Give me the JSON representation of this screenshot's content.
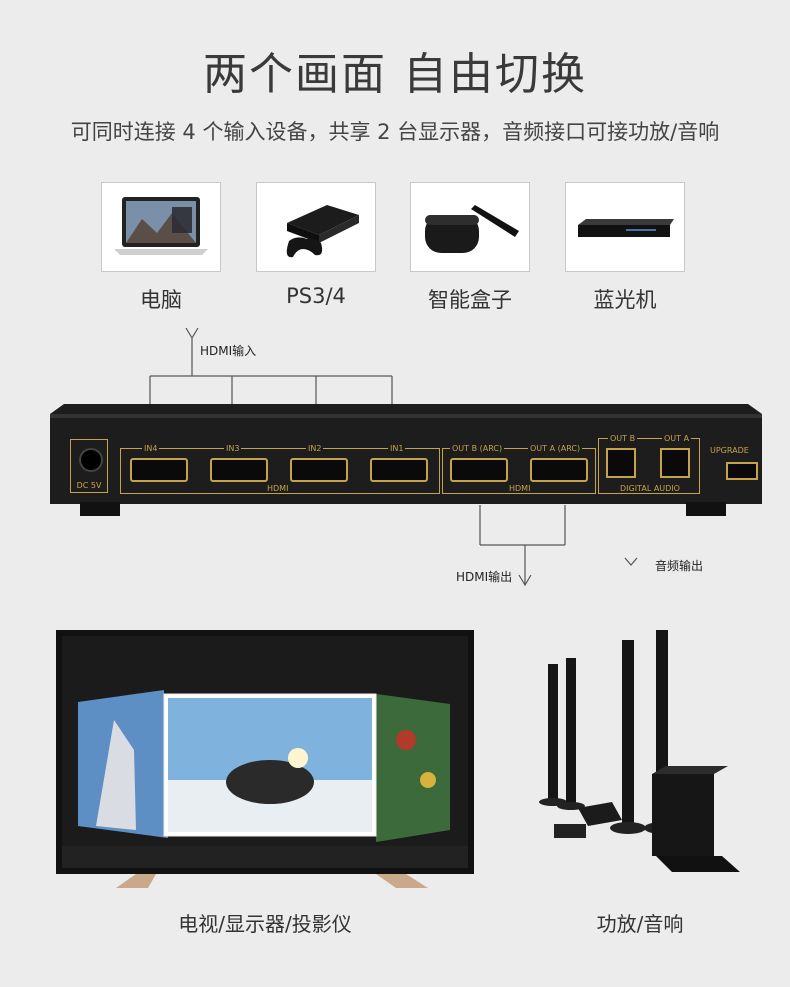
{
  "header": {
    "title": "两个画面 自由切换",
    "subtitle": "可同时连接 4 个输入设备，共享 2 台显示器，音频接口可接功放/音响"
  },
  "sources": [
    {
      "label": "电脑",
      "icon": "laptop-icon"
    },
    {
      "label": "PS3/4",
      "icon": "game-console-icon"
    },
    {
      "label": "智能盒子",
      "icon": "tv-box-icon"
    },
    {
      "label": "蓝光机",
      "icon": "bluray-player-icon"
    }
  ],
  "diagram": {
    "hdmi_in_label": "HDMI输入",
    "hdmi_out_label": "HDMI输出",
    "audio_out_label": "音频输出"
  },
  "device": {
    "dc_label": "DC 5V",
    "inputs": [
      "IN4",
      "IN3",
      "IN2",
      "IN1"
    ],
    "hdmi_label": "HDMI",
    "outputs": [
      "OUT B (ARC)",
      "OUT A (ARC)"
    ],
    "hdmi_out_group_label": "HDMI",
    "audio_ports": [
      "OUT B",
      "OUT A"
    ],
    "digital_audio_label": "DIGITAL AUDIO",
    "upgrade_label": "UPGRADE"
  },
  "destinations": [
    {
      "label": "电视/显示器/投影仪"
    },
    {
      "label": "功放/音响"
    }
  ],
  "colors": {
    "accent_gold": "#c8a24a",
    "device_body": "#1d1d1d",
    "background": "#ececec"
  }
}
